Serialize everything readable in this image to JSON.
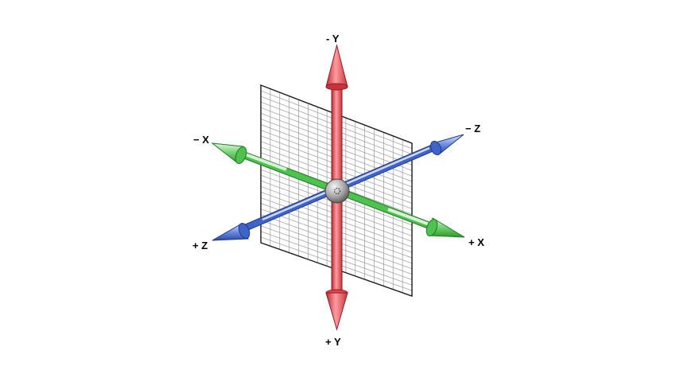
{
  "labels": {
    "neg_y": "- Y",
    "pos_y": "+ Y",
    "neg_x": "− X",
    "pos_x": "+ X",
    "neg_z": "− Z",
    "pos_z": "+ Z"
  },
  "colors": {
    "y_axis": "#e0454f",
    "x_axis": "#4fc14f",
    "z_axis": "#3f63c6",
    "grid_line": "#9a9a9a",
    "grid_border": "#1a1a1a",
    "origin_sphere": "#9a9a9a"
  },
  "grid": {
    "columns": 16,
    "rows": 28
  }
}
